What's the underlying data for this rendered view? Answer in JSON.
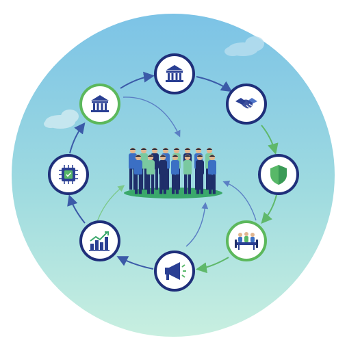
{
  "colors": {
    "sky_top": "#7cc3e6",
    "sky_bottom": "#c8efe0",
    "ring_blue": "#1f2f7a",
    "ring_green": "#5cb85c",
    "arrow_blue": "#3b5aa8",
    "arrow_green": "#6cc36c",
    "icon_blue": "#2a3f93",
    "icon_green": "#58b868",
    "grass": "#3aa86b",
    "people_blue": "#3b6fc4",
    "people_navy": "#1f2f6a",
    "people_green": "#7ac9a0",
    "people_skin": "#e0b58f"
  },
  "nodes": [
    {
      "icon": "bank-icon",
      "ring": "blue"
    },
    {
      "icon": "handshake-icon",
      "ring": "blue"
    },
    {
      "icon": "shield-icon",
      "ring": "blue"
    },
    {
      "icon": "meeting-icon",
      "ring": "green"
    },
    {
      "icon": "megaphone-icon",
      "ring": "blue"
    },
    {
      "icon": "growth-chart-icon",
      "ring": "blue"
    },
    {
      "icon": "chip-icon",
      "ring": "blue"
    },
    {
      "icon": "bank-icon",
      "ring": "green"
    }
  ],
  "center": {
    "icon": "community-group-icon"
  }
}
